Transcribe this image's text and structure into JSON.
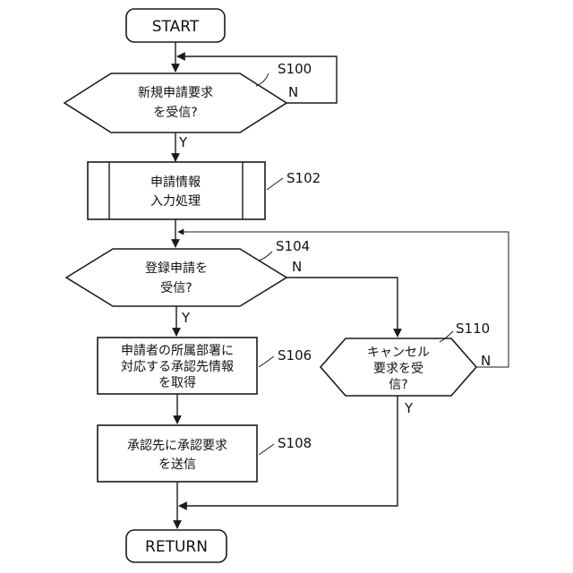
{
  "nodes": {
    "start": {
      "text": "START"
    },
    "s100": {
      "line1": "新規申請要求",
      "line2": "を受信?",
      "ref": "S100",
      "no": "N",
      "yes": "Y"
    },
    "s102": {
      "line1": "申請情報",
      "line2": "入力処理",
      "ref": "S102"
    },
    "s104": {
      "line1": "登録申請を",
      "line2": "受信?",
      "ref": "S104",
      "no": "N",
      "yes": "Y"
    },
    "s106": {
      "line1": "申請者の所属部署に",
      "line2": "対応する承認先情報",
      "line3": "を取得",
      "ref": "S106"
    },
    "s108": {
      "line1": "承認先に承認要求",
      "line2": "を送信",
      "ref": "S108"
    },
    "s110": {
      "line1": "キャンセル",
      "line2": "要求を受",
      "line3": "信?",
      "ref": "S110",
      "no": "N",
      "yes": "Y"
    },
    "end": {
      "text": "RETURN"
    }
  }
}
